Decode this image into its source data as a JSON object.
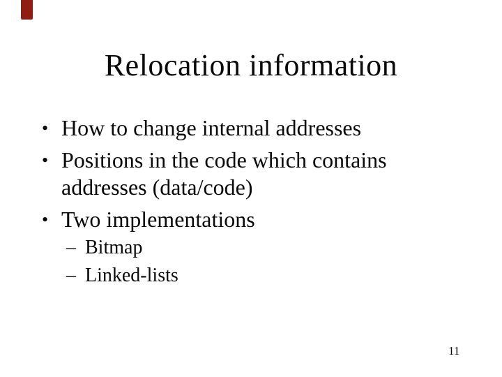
{
  "slide": {
    "title": "Relocation information",
    "bullets": [
      {
        "marker": "•",
        "text": "How to change internal addresses"
      },
      {
        "marker": "•",
        "text": "Positions in the code which contains addresses (data/code)"
      },
      {
        "marker": "•",
        "text": "Two implementations",
        "sub": [
          {
            "marker": "–",
            "text": "Bitmap"
          },
          {
            "marker": "–",
            "text": "Linked-lists"
          }
        ]
      }
    ],
    "page_number": "11",
    "colors": {
      "background": "#ffffff",
      "text": "#0a0a0a",
      "corner_mark": "#8f1d12"
    }
  }
}
